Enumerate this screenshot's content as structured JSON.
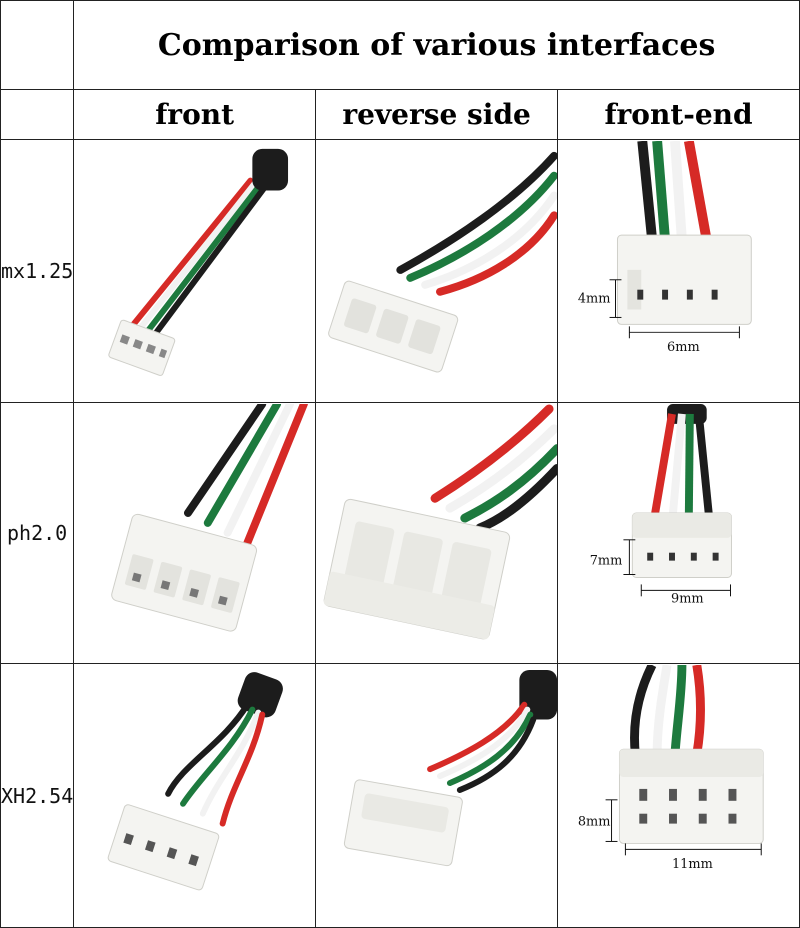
{
  "header": {
    "title": "Comparison of various interfaces",
    "columns": [
      "front",
      "reverse side",
      "front-end"
    ]
  },
  "rows": [
    {
      "label": "mx1.25",
      "height_dim": "4mm",
      "width_dim": "6mm"
    },
    {
      "label": "ph2.0",
      "height_dim": "7mm",
      "width_dim": "9mm"
    },
    {
      "label": "XH2.54",
      "height_dim": "8mm",
      "width_dim": "11mm"
    }
  ],
  "wire_colors": {
    "black": "#1c1c1c",
    "red": "#d62a26",
    "white": "#f2f2f2",
    "green": "#1d7a3e"
  },
  "connector_color": "#f4f4f1"
}
